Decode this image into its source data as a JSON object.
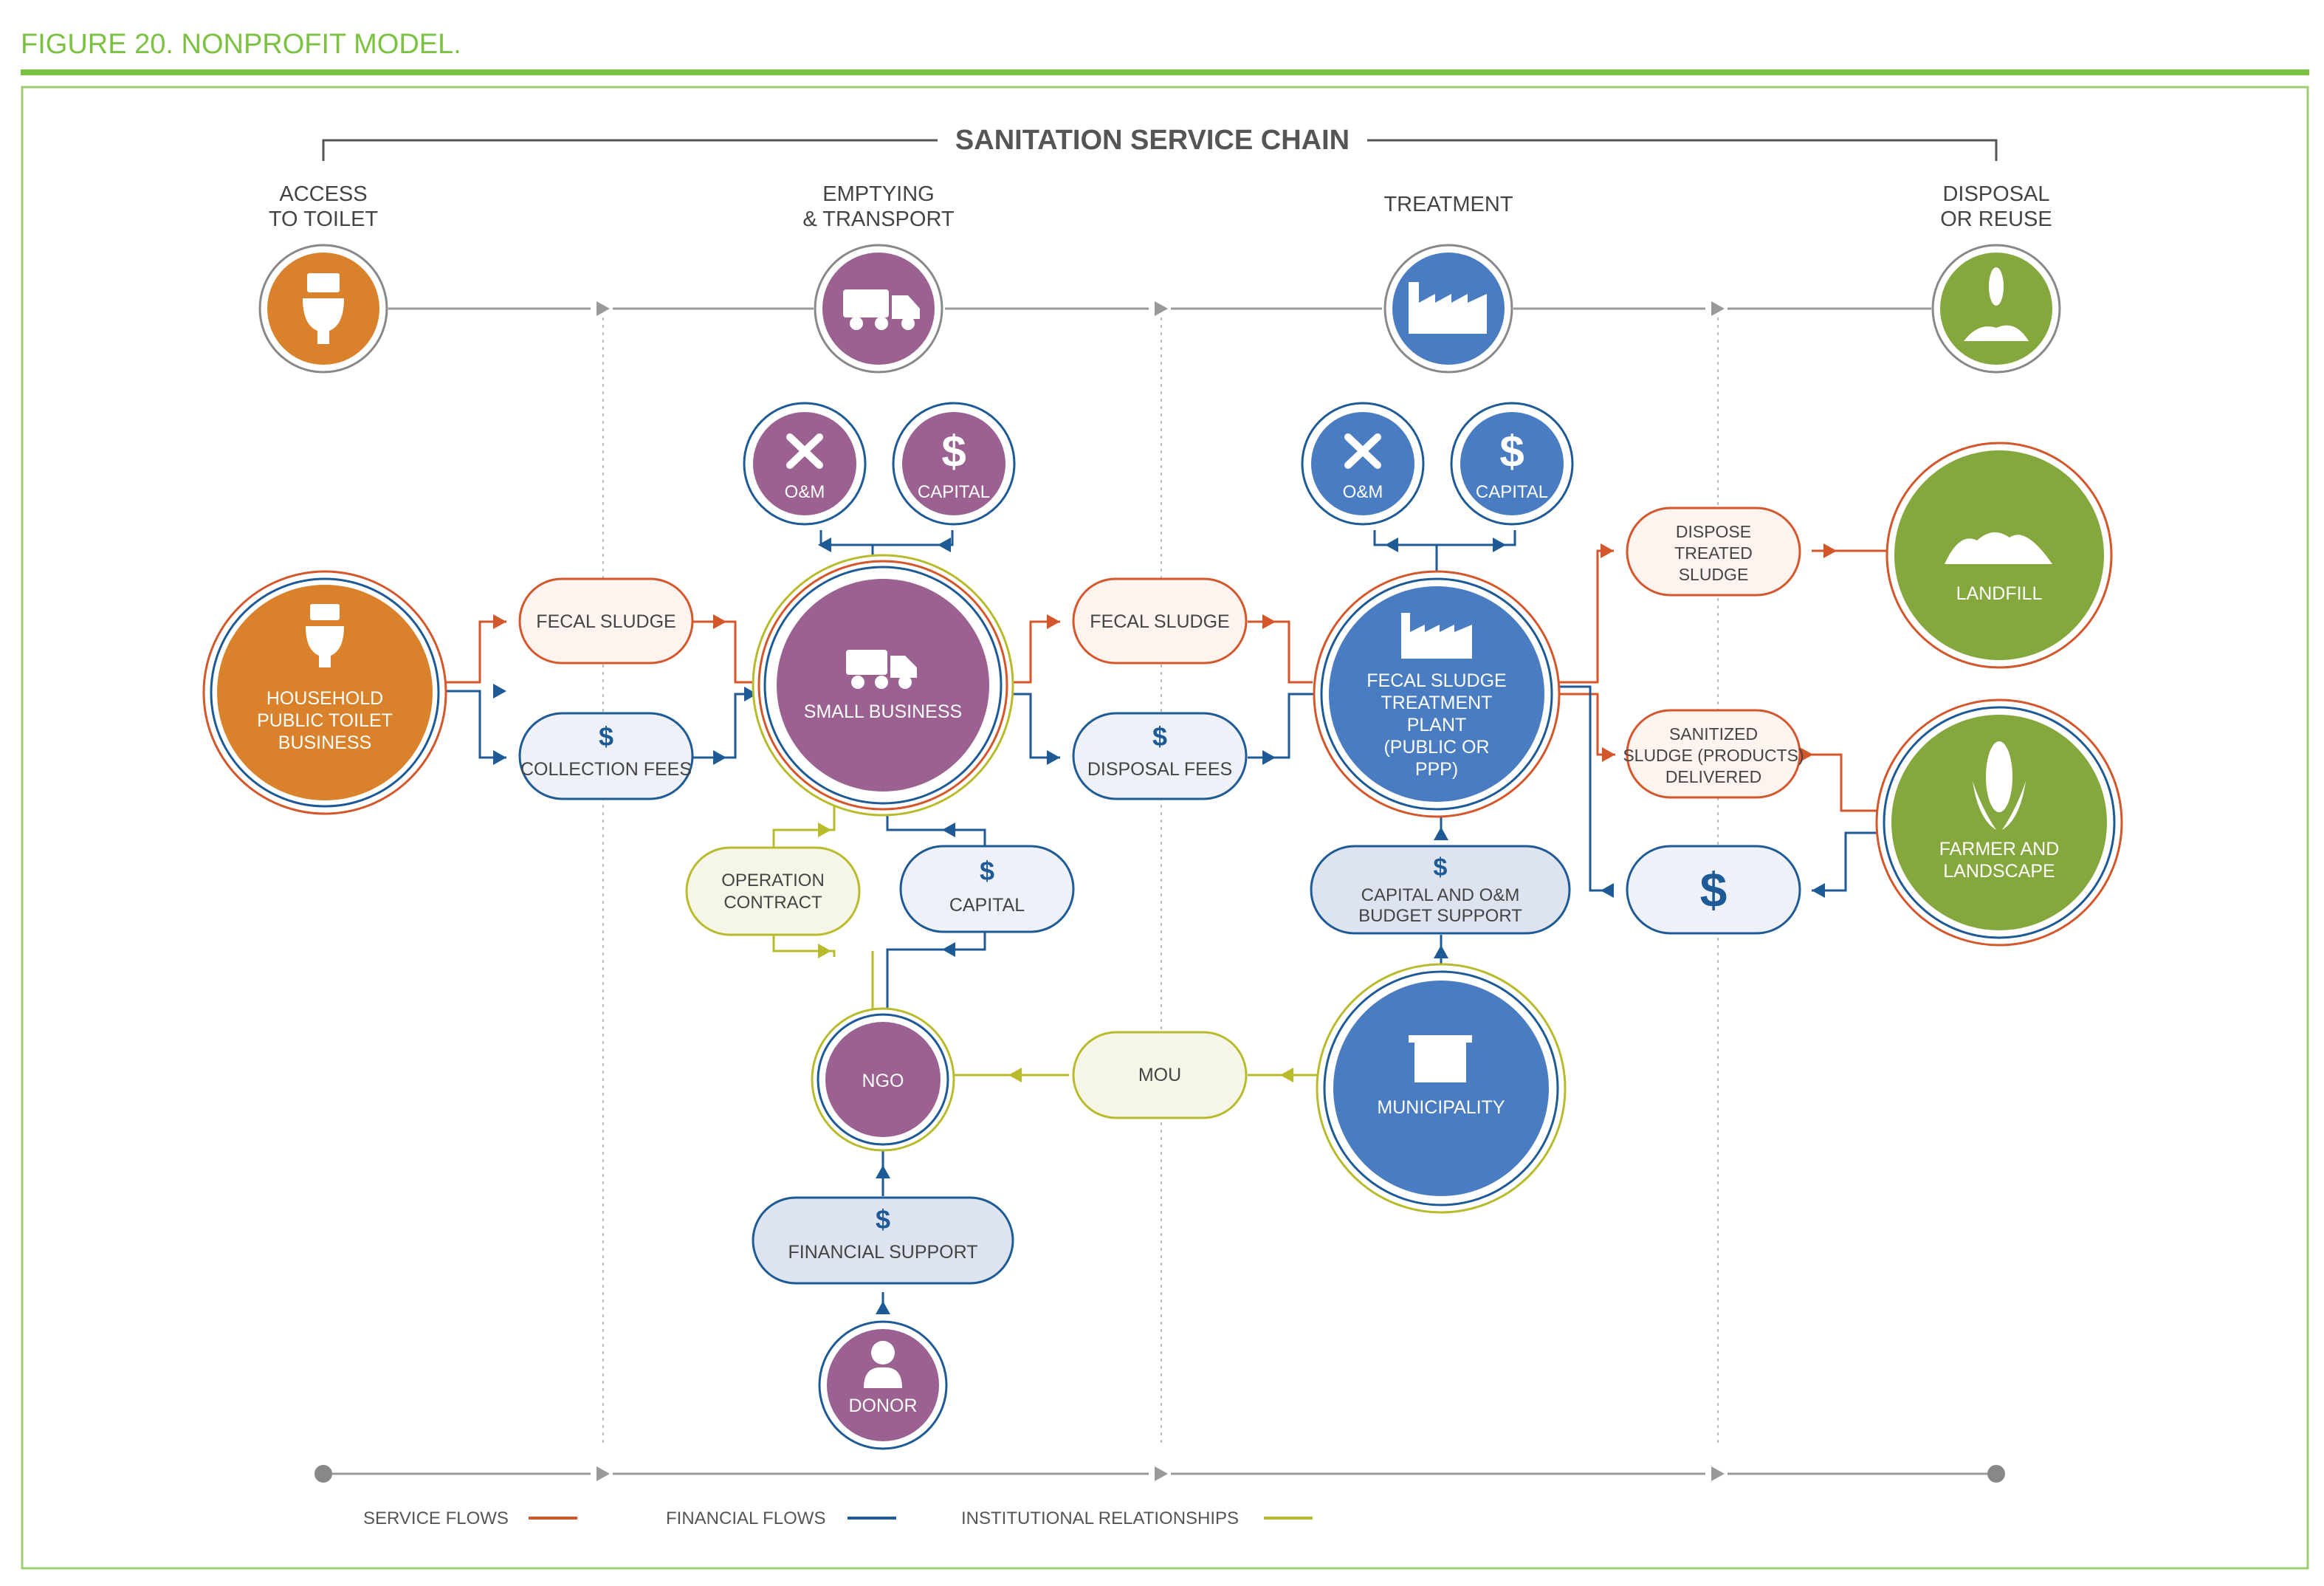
{
  "figure_title": "FIGURE 20. NONPROFIT MODEL.",
  "chain_title": "SANITATION SERVICE CHAIN",
  "stages": [
    {
      "line1": "ACCESS",
      "line2": "TO TOILET",
      "icon": "toilet-icon",
      "color": "#d9822b"
    },
    {
      "line1": "EMPTYING",
      "line2": "& TRANSPORT",
      "icon": "truck-icon",
      "color": "#9b6190"
    },
    {
      "line1": "TREATMENT",
      "line2": "",
      "icon": "factory-icon",
      "color": "#4a7cc2"
    },
    {
      "line1": "DISPOSAL",
      "line2": "OR REUSE",
      "icon": "plant-icon",
      "color": "#84a83d"
    }
  ],
  "nodes": {
    "household": [
      "HOUSEHOLD",
      "PUBLIC TOILET",
      "BUSINESS"
    ],
    "small_business": "SMALL BUSINESS",
    "fstp": [
      "FECAL SLUDGE",
      "TREATMENT",
      "PLANT",
      "(PUBLIC OR",
      "PPP)"
    ],
    "landfill": "LANDFILL",
    "farmer": [
      "FARMER AND",
      "LANDSCAPE"
    ],
    "ngo": "NGO",
    "municipality": "MUNICIPALITY",
    "donor": "DONOR",
    "om_label": "O&M",
    "capital_label": "CAPITAL"
  },
  "pills": {
    "fecal_sludge": "FECAL SLUDGE",
    "collection_fees": "COLLECTION FEES",
    "disposal_fees": "DISPOSAL FEES",
    "dispose_treated": [
      "DISPOSE",
      "TREATED",
      "SLUDGE"
    ],
    "sanitized": [
      "SANITIZED",
      "SLUDGE (PRODUCTS)",
      "DELIVERED"
    ],
    "operation_contract": [
      "OPERATION",
      "CONTRACT"
    ],
    "capital": "CAPITAL",
    "capital_om_budget": [
      "CAPITAL AND O&M",
      "BUDGET SUPPORT"
    ],
    "mou": "MOU",
    "financial_support": "FINANCIAL SUPPORT",
    "dollar": "$"
  },
  "legend": {
    "service": "SERVICE FLOWS",
    "financial": "FINANCIAL FLOWS",
    "institutional": "INSTITUTIONAL RELATIONSHIPS"
  },
  "colors": {
    "accent_green": "#7cc242",
    "service": "#d4562b",
    "financial": "#1e5a96",
    "institutional": "#b8bb2b",
    "orange": "#d9822b",
    "purple": "#9b6190",
    "blue": "#4a7cc2",
    "green": "#84a83d",
    "text": "#4a4a4a"
  }
}
